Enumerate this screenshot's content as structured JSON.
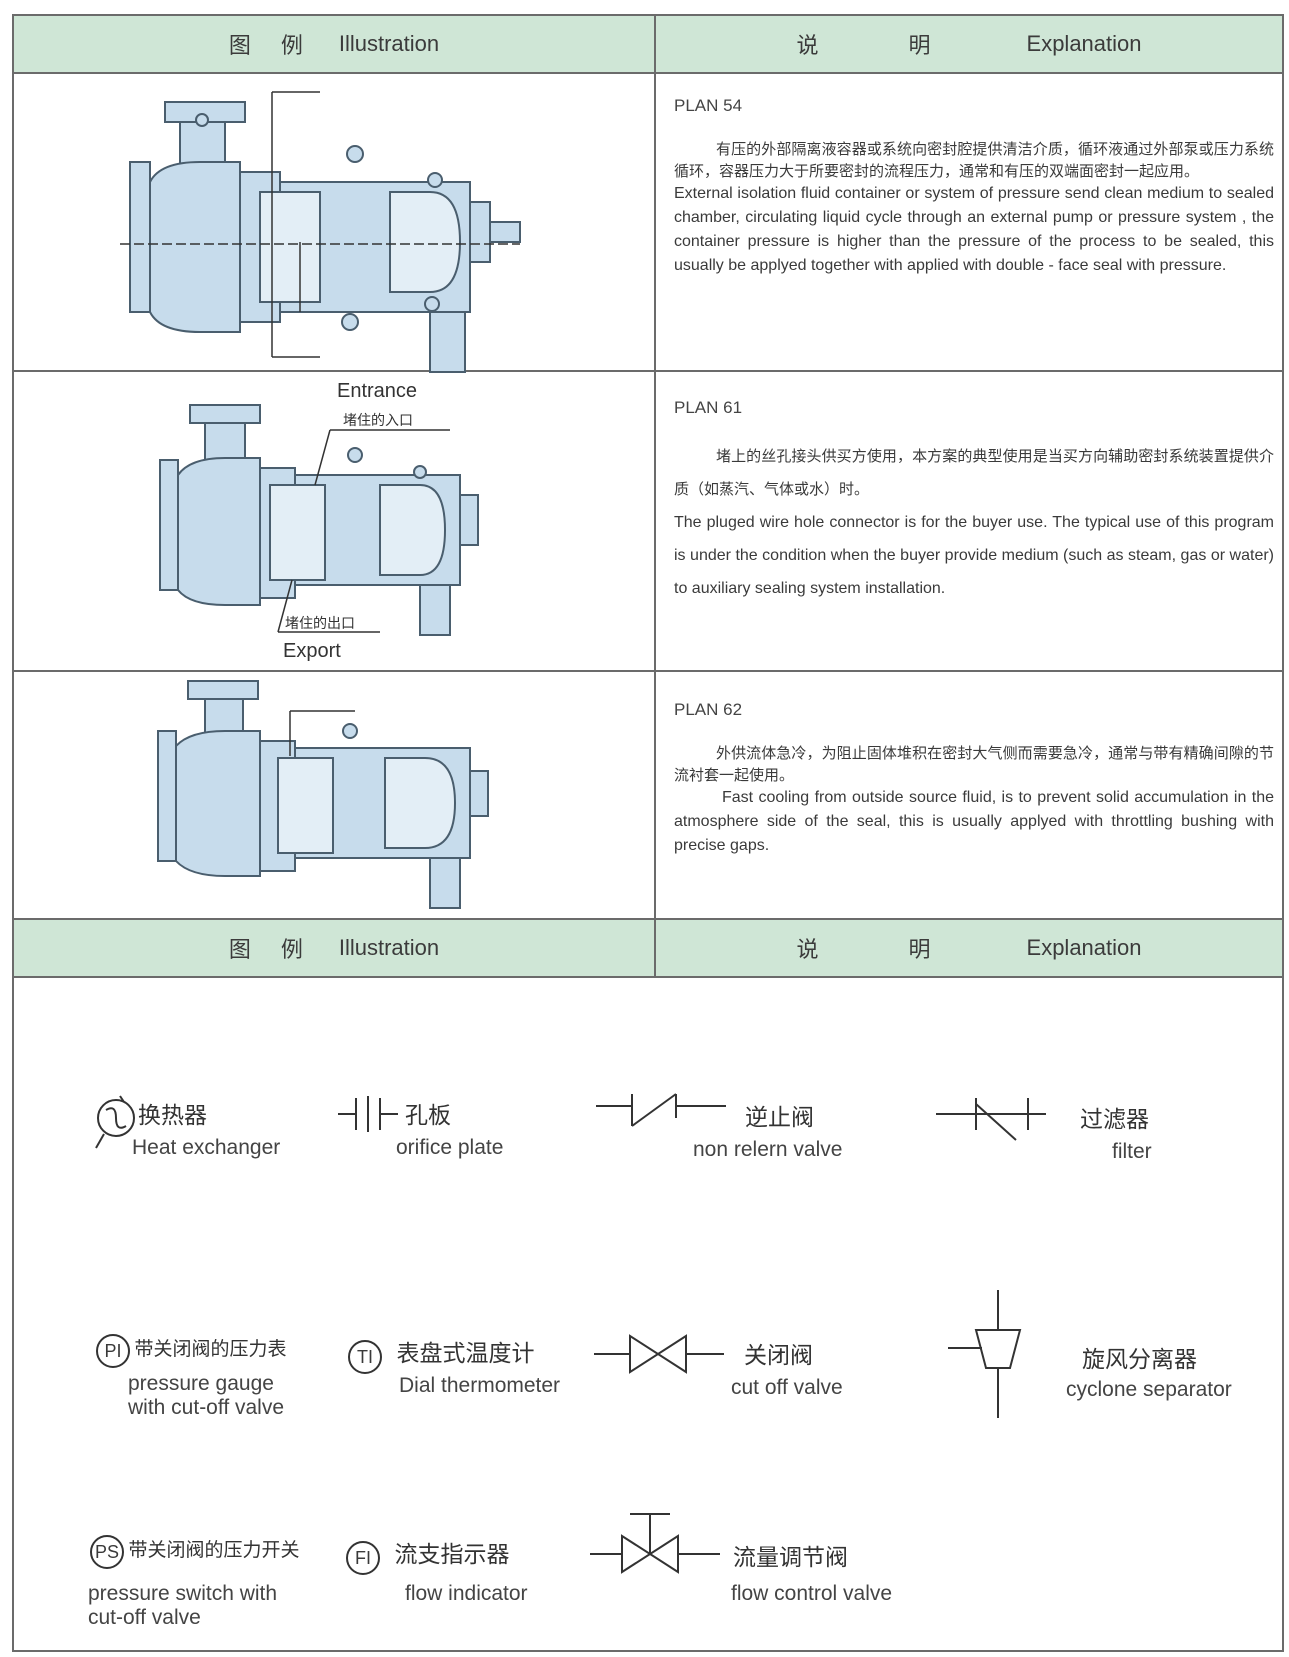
{
  "header": {
    "illustration_zh": "图例",
    "illustration_en": "Illustration",
    "explanation_zh": "说明",
    "explanation_en": "Explanation"
  },
  "plans": [
    {
      "title": "PLAN 54",
      "zh": "有压的外部隔离液容器或系统向密封腔提供清洁介质，循环液通过外部泵或压力系统循环，容器压力大于所要密封的流程压力，通常和有压的双端面密封一起应用。",
      "en": "External isolation fluid container or system of pressure send clean medium to sealed chamber, circulating liquid cycle through an external pump or pressure system , the container pressure is higher than the pressure of the process to be sealed, this usually be applyed together with applied with double - face seal with pressure."
    },
    {
      "title": "PLAN 61",
      "zh": "堵上的丝孔接头供买方使用，本方案的典型使用是当买方向辅助密封系统装置提供介质（如蒸汽、气体或水）时。",
      "en": "The pluged wire hole connector is for the buyer use. The typical use of this program is under the condition when the buyer provide medium (such as steam, gas or water) to auxiliary sealing system installation.",
      "entrance_en": "Entrance",
      "entrance_zh": "堵住的入口",
      "export_en": "Export",
      "export_zh": "堵住的出口"
    },
    {
      "title": "PLAN 62",
      "zh": "外供流体急冷，为阻止固体堆积在密封大气侧而需要急冷，通常与带有精确间隙的节流衬套一起使用。",
      "en": "Fast cooling from outside source fluid, is to prevent solid accumulation in the atmosphere side of the seal, this is usually applyed with throttling bushing with precise gaps."
    }
  ],
  "legend": [
    {
      "zh": "换热器",
      "en": "Heat exchanger",
      "icon": "heat-exchanger-icon"
    },
    {
      "zh": "孔板",
      "en": "orifice plate",
      "icon": "orifice-plate-icon"
    },
    {
      "zh": "逆止阀",
      "en": "non relern valve",
      "icon": "check-valve-icon"
    },
    {
      "zh": "过滤器",
      "en": "filter",
      "icon": "filter-icon"
    },
    {
      "zh": "带关闭阀的压力表",
      "en1": "pressure gauge",
      "en2": "with cut-off valve",
      "icon_text": "PI"
    },
    {
      "zh": "表盘式温度计",
      "en": "Dial thermometer",
      "icon_text": "TI"
    },
    {
      "zh": "关闭阀",
      "en": "cut off valve",
      "icon": "gate-valve-icon"
    },
    {
      "zh": "旋风分离器",
      "en": "cyclone separator",
      "icon": "cyclone-separator-icon"
    },
    {
      "zh": "带关闭阀的压力开关",
      "en1": "pressure switch with",
      "en2": "cut-off valve",
      "icon_text": "PS"
    },
    {
      "zh": "流支指示器",
      "en": "flow indicator",
      "icon_text": "FI"
    },
    {
      "zh": "流量调节阀",
      "en": "flow control valve",
      "icon": "control-valve-icon"
    }
  ],
  "colors": {
    "header_bg": "#cfe6d6",
    "pump_fill": "#c7dcec",
    "line": "#6b6b6b"
  }
}
